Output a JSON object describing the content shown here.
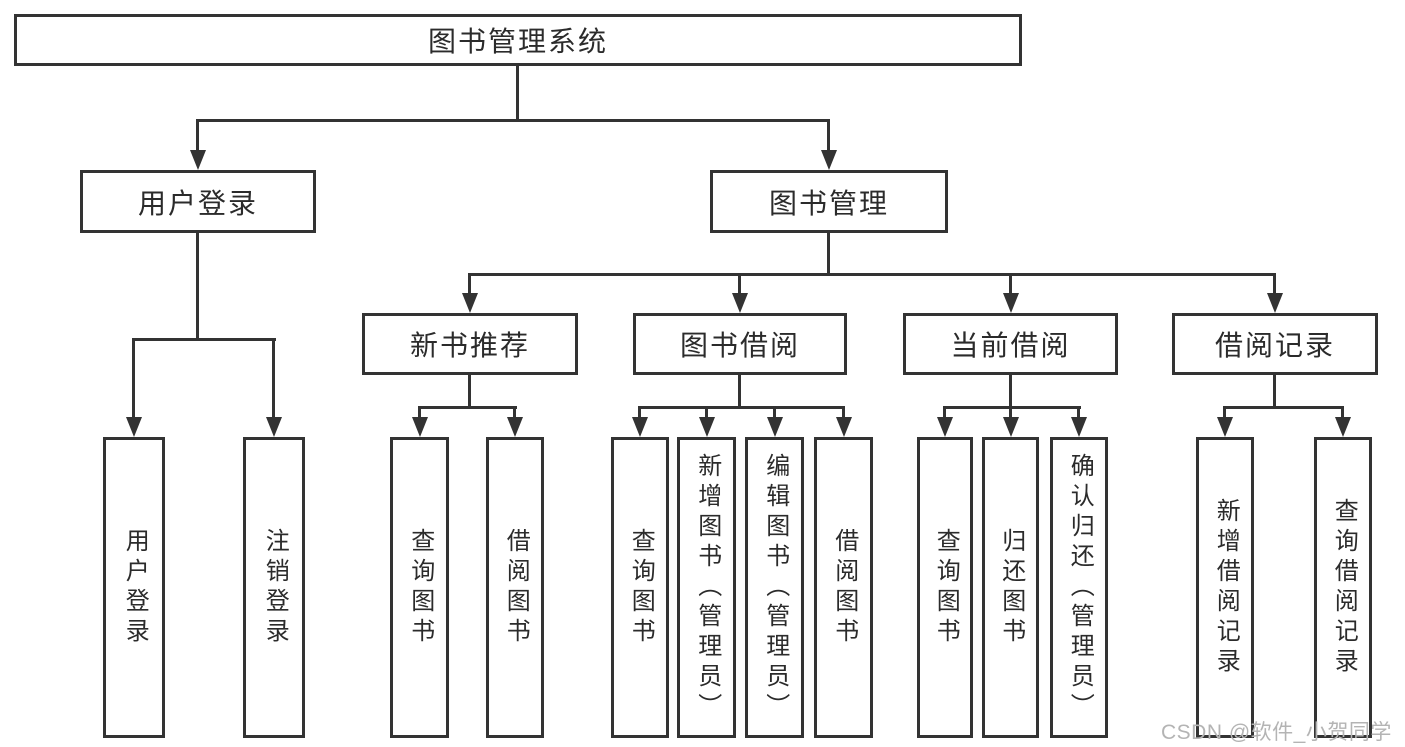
{
  "colors": {
    "line": "#333333",
    "text": "#2b2b2b",
    "background": "#ffffff",
    "watermark_text": "#b4b4b4"
  },
  "watermark": {
    "text": "CSDN @软件_小贺同学"
  },
  "tree": {
    "root": {
      "label": "图书管理系统"
    },
    "branches": [
      {
        "label": "用户登录",
        "children": [
          {
            "label": "用户登录"
          },
          {
            "label": "注销登录"
          }
        ]
      },
      {
        "label": "图书管理",
        "children": [
          {
            "label": "新书推荐",
            "children": [
              {
                "label": "查询图书"
              },
              {
                "label": "借阅图书"
              }
            ]
          },
          {
            "label": "图书借阅",
            "children": [
              {
                "label": "查询图书"
              },
              {
                "label": "新增图书（管理员）"
              },
              {
                "label": "编辑图书（管理员）"
              },
              {
                "label": "借阅图书"
              }
            ]
          },
          {
            "label": "当前借阅",
            "children": [
              {
                "label": "查询图书"
              },
              {
                "label": "归还图书"
              },
              {
                "label": "确认归还（管理员）"
              }
            ]
          },
          {
            "label": "借阅记录",
            "children": [
              {
                "label": "新增借阅记录"
              },
              {
                "label": "查询借阅记录"
              }
            ]
          }
        ]
      }
    ]
  }
}
